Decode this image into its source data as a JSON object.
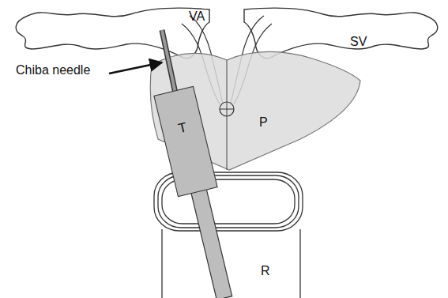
{
  "diagram": {
    "nodes": [
      {
        "text": [
          "T"
        ]
      }
    ],
    "labels": [
      "VA",
      "SV",
      "Chiba needle",
      "P",
      "R"
    ]
  }
}
